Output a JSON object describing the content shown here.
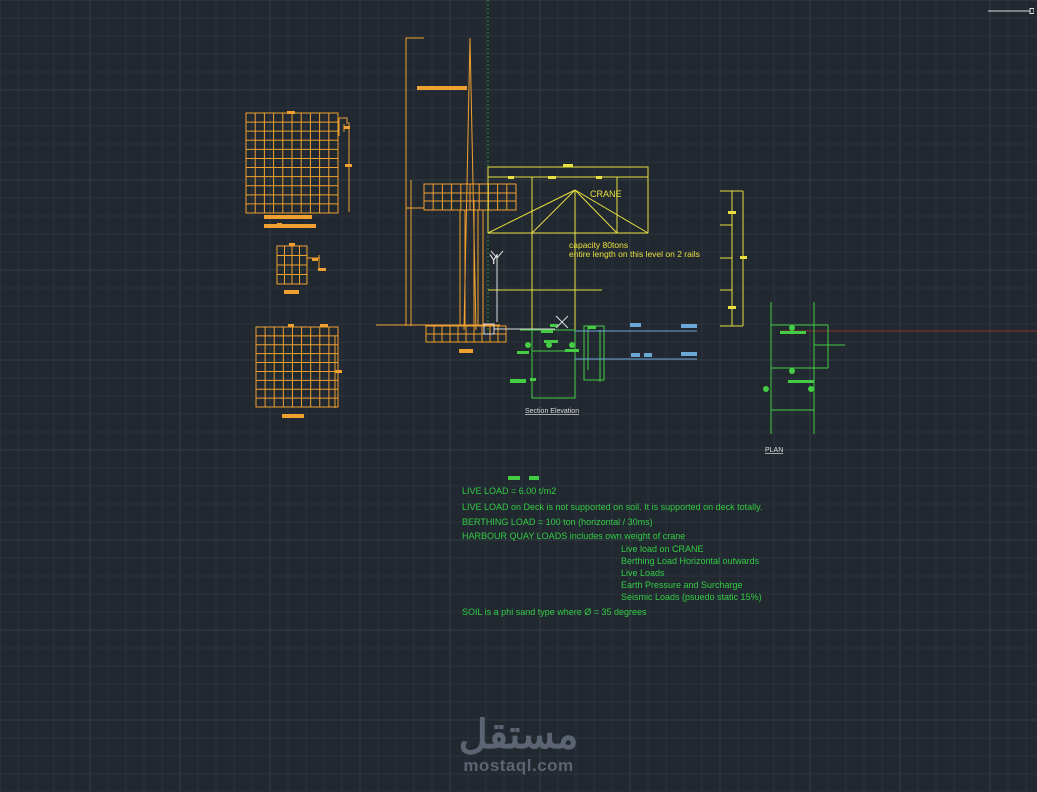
{
  "colors": {
    "background": "#212830",
    "structure": "#f0a030",
    "crane": "#e8e040",
    "section": "#44cc44",
    "rails": "#6aa8d8",
    "notes": "#33cc44",
    "watermark": "#5b6470"
  },
  "drawing": {
    "crane_label": "CRANE",
    "crane_capacity": "capacity 80tons",
    "crane_rails": "entire length on this level on 2 rails",
    "section_title": "Section Elevation",
    "plan_title": "PLAN",
    "ucs_x": "X",
    "ucs_y": "Y"
  },
  "notes": {
    "live_load": "LIVE LOAD = 6.00 t/m2",
    "deck": "LIVE LOAD on Deck is not supported on soil.  It is supported on deck totally.",
    "berthing": "BERTHING LOAD = 100 ton (horizontal / 30ms)",
    "harbour": "HARBOUR QUAY LOADS includes own weight of crane",
    "items": [
      "Live load on CRANE",
      "Berthing Load Horizontal outwards",
      "Live Loads",
      "Earth Pressure and Surcharge",
      "Seismic Loads (psuedo static 15%)"
    ],
    "soil": "SOIL is a phi sand type where Ø = 35 degrees"
  },
  "watermark": {
    "arabic": "مستقل",
    "latin": "mostaql.com"
  },
  "icons": {
    "ucs": "ucs-axis-icon"
  }
}
